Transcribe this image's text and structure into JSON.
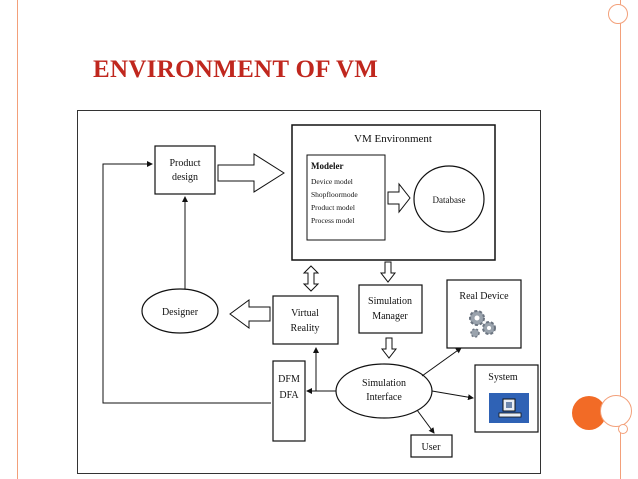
{
  "slide": {
    "title": "ENVIRONMENT OF VM",
    "accent_color": "#c0271e",
    "decoration_color": "#f26b26"
  },
  "diagram": {
    "vm_environment_label": "VM Environment",
    "product_design": [
      "Product",
      "design"
    ],
    "modeler": {
      "title": "Modeler",
      "items": [
        "Device model",
        "Shopfloormode",
        "Product model",
        "Process model"
      ]
    },
    "database": "Database",
    "designer": "Designer",
    "virtual_reality": [
      "Virtual",
      "Reality"
    ],
    "simulation_manager": [
      "Simulation",
      "Manager"
    ],
    "real_device": "Real Device",
    "dfm_dfa": [
      "DFM",
      "DFA"
    ],
    "simulation_interface": [
      "Simulation",
      "Interface"
    ],
    "system": "System",
    "user": "User",
    "icons": [
      "gears-icon",
      "computer-icon"
    ]
  }
}
